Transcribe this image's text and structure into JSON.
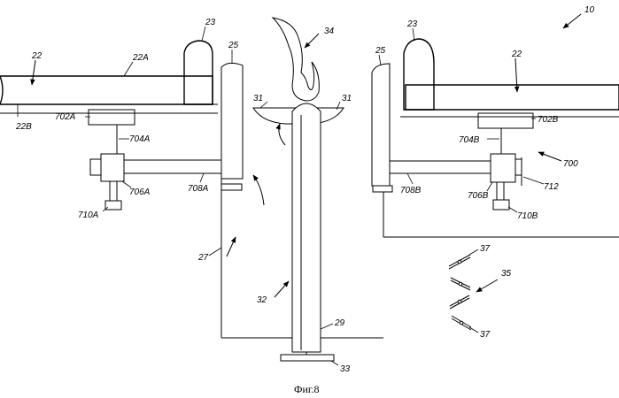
{
  "figure": {
    "caption": "Фиг.8",
    "labels": {
      "l10": "10",
      "l22_left": "22",
      "l22A": "22A",
      "l22B": "22B",
      "l23_left": "23",
      "l25_left": "25",
      "l31_left": "31",
      "l34": "34",
      "l31_right": "31",
      "l25_right": "25",
      "l23_right": "23",
      "l22_right": "22",
      "l702A": "702A",
      "l704A": "704A",
      "l706A": "706A",
      "l708A": "708A",
      "l710A": "710A",
      "l702B": "702B",
      "l704B": "704B",
      "l700": "700",
      "l706B": "706B",
      "l708B": "708B",
      "l712": "712",
      "l710B": "710B",
      "l27": "27",
      "l37_top": "37",
      "l35": "35",
      "l32": "32",
      "l29": "29",
      "l37_bottom": "37",
      "l33": "33"
    }
  }
}
